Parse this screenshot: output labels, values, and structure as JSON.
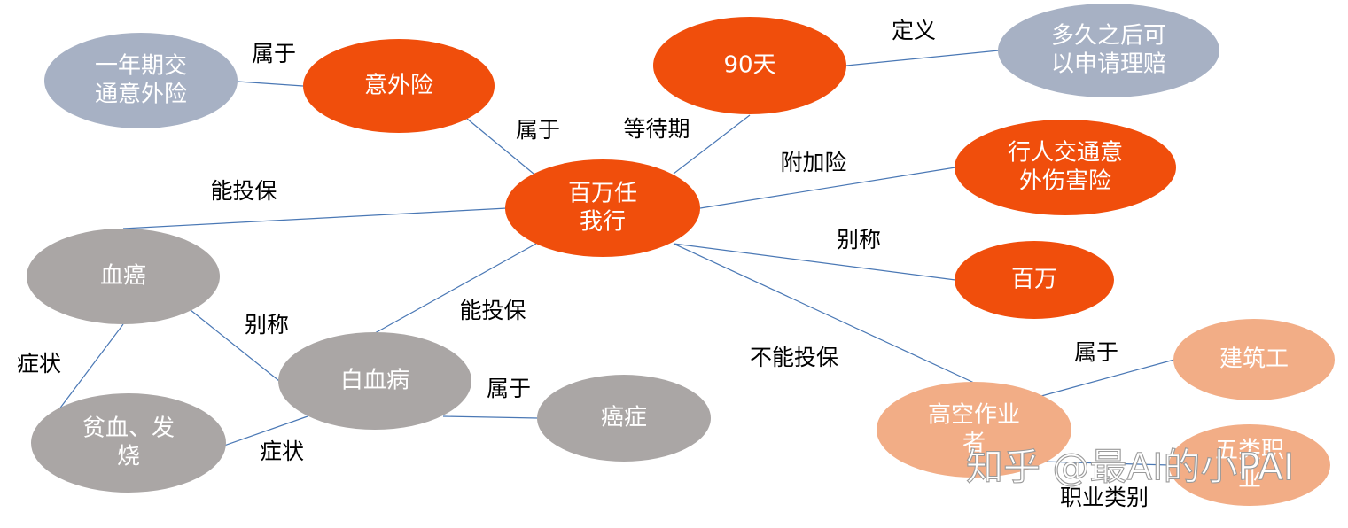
{
  "colors": {
    "core": "#f04e0c",
    "disease": "#aaa6a5",
    "concept": "#a7b1c4",
    "occupation": "#f2ad86",
    "edge": "#4a78b5"
  },
  "nodes": {
    "baiwan_renwoxing": {
      "lines": [
        "百万任",
        "我行"
      ],
      "color": "core"
    },
    "yiwaixian": {
      "lines": [
        "意外险"
      ],
      "color": "core"
    },
    "yinian_jiaotong": {
      "lines": [
        "一年期交",
        "通意外险"
      ],
      "color": "concept"
    },
    "jiushitian": {
      "lines": [
        "90天"
      ],
      "color": "core"
    },
    "duojiu_lipei": {
      "lines": [
        "多久之后可",
        "以申请理赔"
      ],
      "color": "concept"
    },
    "xingren_jiaotong": {
      "lines": [
        "行人交通意",
        "外伤害险"
      ],
      "color": "core"
    },
    "baiwan": {
      "lines": [
        "百万"
      ],
      "color": "core"
    },
    "xueai": {
      "lines": [
        "血癌"
      ],
      "color": "disease"
    },
    "baixuebing": {
      "lines": [
        "白血病"
      ],
      "color": "disease"
    },
    "aizheng": {
      "lines": [
        "癌症"
      ],
      "color": "disease"
    },
    "pinxue_fashao": {
      "lines": [
        "贫血、发",
        "烧"
      ],
      "color": "disease"
    },
    "gaokong": {
      "lines": [
        "高空作业",
        "者"
      ],
      "color": "occupation"
    },
    "jianzhugong": {
      "lines": [
        "建筑工"
      ],
      "color": "occupation"
    },
    "wulei_zhiye": {
      "lines": [
        "五类职",
        "业"
      ],
      "color": "occupation"
    }
  },
  "edges": [
    {
      "from": "yinian_jiaotong",
      "to": "yiwaixian",
      "label": "属于"
    },
    {
      "from": "yiwaixian",
      "to": "baiwan_renwoxing",
      "label": "属于"
    },
    {
      "from": "baiwan_renwoxing",
      "to": "jiushitian",
      "label": "等待期"
    },
    {
      "from": "jiushitian",
      "to": "duojiu_lipei",
      "label": "定义"
    },
    {
      "from": "baiwan_renwoxing",
      "to": "xingren_jiaotong",
      "label": "附加险"
    },
    {
      "from": "baiwan_renwoxing",
      "to": "baiwan",
      "label": "别称"
    },
    {
      "from": "baiwan_renwoxing",
      "to": "xueai",
      "label": "能投保"
    },
    {
      "from": "baiwan_renwoxing",
      "to": "baixuebing",
      "label": "能投保"
    },
    {
      "from": "baiwan_renwoxing",
      "to": "gaokong",
      "label": "不能投保"
    },
    {
      "from": "xueai",
      "to": "baixuebing",
      "label": "别称"
    },
    {
      "from": "xueai",
      "to": "pinxue_fashao",
      "label": "症状"
    },
    {
      "from": "baixuebing",
      "to": "pinxue_fashao",
      "label": "症状"
    },
    {
      "from": "baixuebing",
      "to": "aizheng",
      "label": "属于"
    },
    {
      "from": "gaokong",
      "to": "jianzhugong",
      "label": "属于"
    },
    {
      "from": "gaokong",
      "to": "wulei_zhiye",
      "label": "职业类别"
    }
  ],
  "watermark": "知乎 @最AI的小PAI"
}
